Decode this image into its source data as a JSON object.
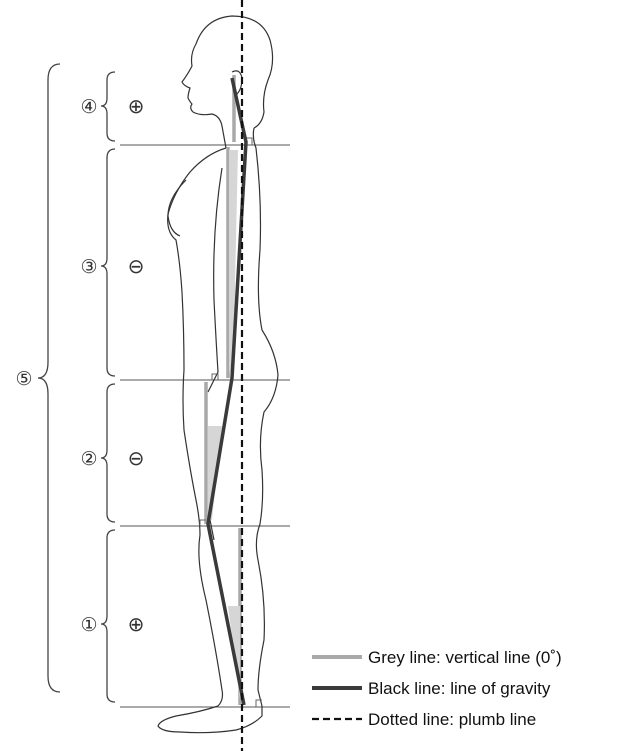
{
  "segments": [
    {
      "label": "④",
      "sign": "⊕"
    },
    {
      "label": "③",
      "sign": "⊖"
    },
    {
      "label": "②",
      "sign": "⊖"
    },
    {
      "label": "①",
      "sign": "⊕"
    }
  ],
  "whole_label": "⑤",
  "legend": [
    {
      "text": "Grey line: vertical line (0˚)",
      "color": "#a9a9a9"
    },
    {
      "text": "Black line: line of gravity",
      "color": "#3a3a3a"
    },
    {
      "text": "Dotted line: plumb line",
      "color": "#111111"
    }
  ]
}
